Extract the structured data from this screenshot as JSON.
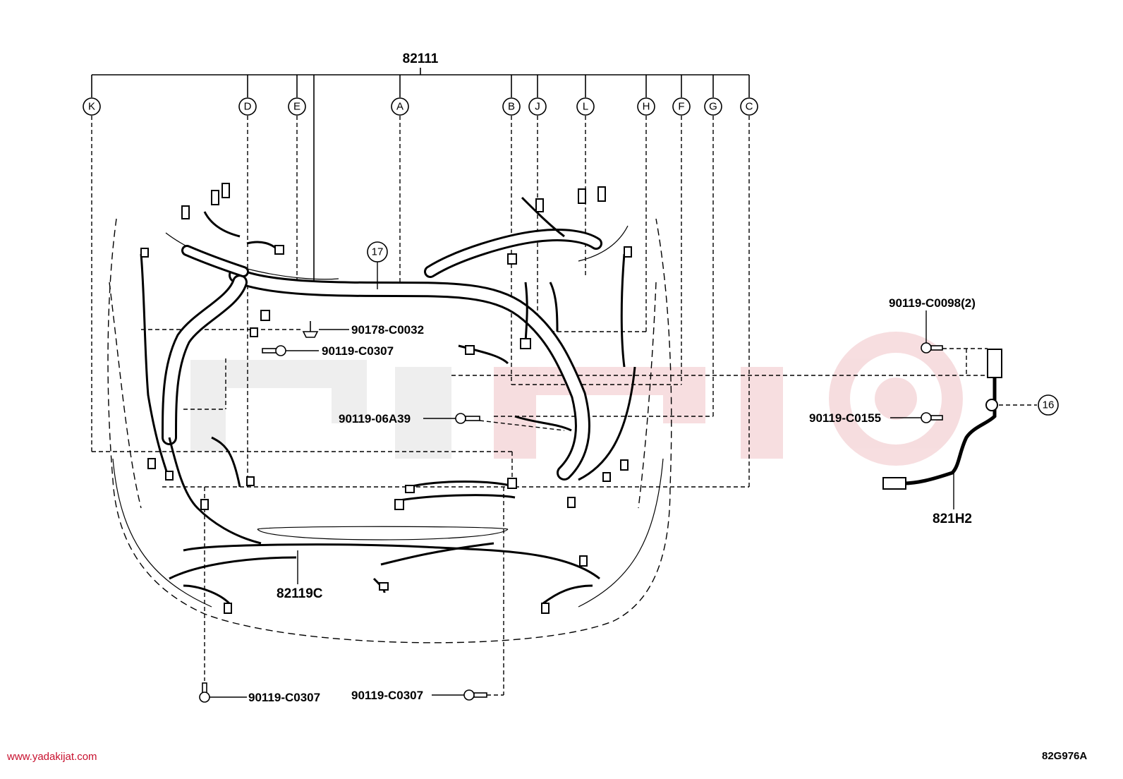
{
  "title_part": "82111",
  "callouts": [
    {
      "id": "K",
      "label": "K"
    },
    {
      "id": "D",
      "label": "D"
    },
    {
      "id": "E",
      "label": "E"
    },
    {
      "id": "A",
      "label": "A"
    },
    {
      "id": "B",
      "label": "B"
    },
    {
      "id": "J",
      "label": "J"
    },
    {
      "id": "L",
      "label": "L"
    },
    {
      "id": "H",
      "label": "H"
    },
    {
      "id": "F",
      "label": "F"
    },
    {
      "id": "G",
      "label": "G"
    },
    {
      "id": "C",
      "label": "C"
    }
  ],
  "ref_numbers": {
    "r17": "17",
    "r16": "16"
  },
  "parts": {
    "p1": "90178-C0032",
    "p2": "90119-C0307",
    "p3": "90119-06A39",
    "p4": "90119-C0098(2)",
    "p5": "90119-C0155",
    "p6": "90119-C0307",
    "p7": "90119-C0307",
    "harness_main": "82119C",
    "harness_side": "821H2"
  },
  "footer": {
    "website": "www.yadakijat.com",
    "diagram_code": "82G976A"
  },
  "colors": {
    "ink": "#000000",
    "watermark": "#e8a0a6",
    "web": "#c8102e"
  }
}
